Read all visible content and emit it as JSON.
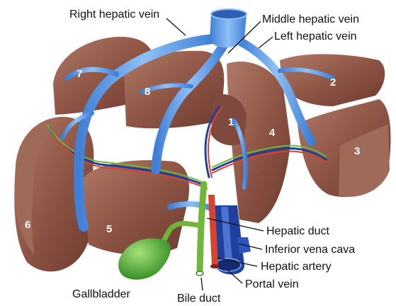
{
  "labels": {
    "right_hepatic_vein": "Right hepatic vein",
    "middle_hepatic_vein": "Middle hepatic vein",
    "left_hepatic_vein": "Left hepatic vein",
    "hepatic_duct": "Hepatic duct",
    "inferior_vena_cava": "Inferior vena cava",
    "hepatic_artery": "Hepatic artery",
    "portal_vein": "Portal vein",
    "bile_duct": "Bile duct",
    "gallbladder": "Gallbladder"
  },
  "segments": [
    "1",
    "2",
    "3",
    "4",
    "5",
    "6",
    "7",
    "8"
  ],
  "colors": {
    "liver": "#8f5545",
    "liver_shadow": "#6d3b2f",
    "liver_highlight": "#b07a68",
    "hepatic_vein": "#5c95e0",
    "vena_cava": "#1e3f9c",
    "artery": "#d7432c",
    "bile": "#6fb63a",
    "gallbladder": "#4fae2f"
  }
}
